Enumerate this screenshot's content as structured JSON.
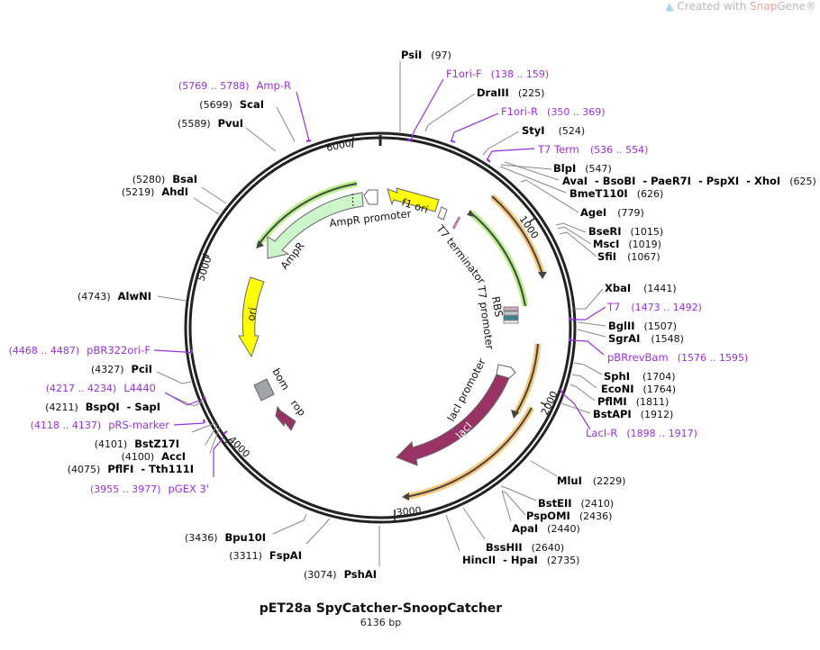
{
  "watermark": {
    "prefix": "Created with ",
    "brand": "Snap",
    "suffix": "Gene®"
  },
  "plasmid": {
    "name": "pET28a SpyCatcher-SnoopCatcher",
    "length_label": "6136 bp",
    "length": 6136
  },
  "ticks": [
    {
      "label": "1000",
      "pos": 1000
    },
    {
      "label": "2000",
      "pos": 2000
    },
    {
      "label": "3000",
      "pos": 3000
    },
    {
      "label": "4000",
      "pos": 4000
    },
    {
      "label": "5000",
      "pos": 5000
    },
    {
      "label": "6000",
      "pos": 6000
    }
  ],
  "enzymes": [
    {
      "name": "PsiI",
      "pos": "(97)"
    },
    {
      "name": "DraIII",
      "pos": "(225)"
    },
    {
      "name": "StyI",
      "pos": "(524)"
    },
    {
      "name": "BlpI",
      "pos": "(547)"
    },
    {
      "name": "AvaI  - BsoBI  - PaeR7I  - PspXI  - XhoI",
      "pos": "(625)"
    },
    {
      "name": "BmeT110I",
      "pos": "(626)"
    },
    {
      "name": "AgeI",
      "pos": "(779)"
    },
    {
      "name": "BseRI",
      "pos": "(1015)"
    },
    {
      "name": "MscI",
      "pos": "(1019)"
    },
    {
      "name": "SfiI",
      "pos": "(1067)"
    },
    {
      "name": "XbaI",
      "pos": "(1441)"
    },
    {
      "name": "BglII",
      "pos": "(1507)"
    },
    {
      "name": "SgrAI",
      "pos": "(1548)"
    },
    {
      "name": "SphI",
      "pos": "(1704)"
    },
    {
      "name": "EcoNI",
      "pos": "(1764)"
    },
    {
      "name": "PflMI",
      "pos": "(1811)"
    },
    {
      "name": "BstAPI",
      "pos": "(1912)"
    },
    {
      "name": "MluI",
      "pos": "(2229)"
    },
    {
      "name": "BstEII",
      "pos": "(2410)"
    },
    {
      "name": "PspOMI",
      "pos": "(2436)"
    },
    {
      "name": "ApaI",
      "pos": "(2440)"
    },
    {
      "name": "BssHII",
      "pos": "(2640)"
    },
    {
      "name": "HincII  - HpaI",
      "pos": "(2735)"
    },
    {
      "name": "PshAI",
      "pos": "(3074)"
    },
    {
      "name": "FspAI",
      "pos": "(3311)"
    },
    {
      "name": "Bpu10I",
      "pos": "(3436)"
    },
    {
      "name": "PflFI  - Tth111I",
      "pos": "(4075)"
    },
    {
      "name": "AccI",
      "pos": "(4100)"
    },
    {
      "name": "BstZ17I",
      "pos": "(4101)"
    },
    {
      "name": "BspQI  - SapI",
      "pos": "(4211)"
    },
    {
      "name": "PciI",
      "pos": "(4327)"
    },
    {
      "name": "AlwNI",
      "pos": "(4743)"
    },
    {
      "name": "AhdI",
      "pos": "(5219)"
    },
    {
      "name": "BsaI",
      "pos": "(5280)"
    },
    {
      "name": "PvuI",
      "pos": "(5589)"
    },
    {
      "name": "ScaI",
      "pos": "(5699)"
    }
  ],
  "primers": [
    {
      "name": "F1ori-F",
      "range": "(138 .. 159)"
    },
    {
      "name": "F1ori-R",
      "range": "(350 .. 369)"
    },
    {
      "name": "T7 Term",
      "range": "(536 .. 554)"
    },
    {
      "name": "T7",
      "range": "(1473 .. 1492)"
    },
    {
      "name": "pBRrevBam",
      "range": "(1576 .. 1595)"
    },
    {
      "name": "LacI-R",
      "range": "(1898 .. 1917)"
    },
    {
      "name": "pGEX 3'",
      "range": "(3955 .. 3977)"
    },
    {
      "name": "pRS-marker",
      "range": "(4118 .. 4137)"
    },
    {
      "name": "L4440",
      "range": "(4217 .. 4234)"
    },
    {
      "name": "pBR322ori-F",
      "range": "(4468 .. 4487)"
    },
    {
      "name": "Amp-R",
      "range": "(5769 .. 5788)"
    }
  ],
  "features": [
    {
      "name": "f1 ori",
      "color": "#ffff00"
    },
    {
      "name": "AmpR promoter",
      "color": "#ffffff"
    },
    {
      "name": "AmpR",
      "color": "#ccf5cc"
    },
    {
      "name": "ori",
      "color": "#ffff00"
    },
    {
      "name": "bom",
      "color": "#a0a4a8"
    },
    {
      "name": "rop",
      "color": "#993366"
    },
    {
      "name": "lacI",
      "color": "#993366"
    },
    {
      "name": "lacI promoter",
      "color": "#ffffff"
    },
    {
      "name": "T7 promoter",
      "color": "#ffffff"
    },
    {
      "name": "RBS",
      "color": "#cccccc"
    },
    {
      "name": "T7 terminator",
      "color": "#ffffff"
    }
  ],
  "colors": {
    "primer": "#9b30d9",
    "orf_orange": "#f8c77c",
    "orf_green": "#b7f08a",
    "backbone": "#222222"
  }
}
